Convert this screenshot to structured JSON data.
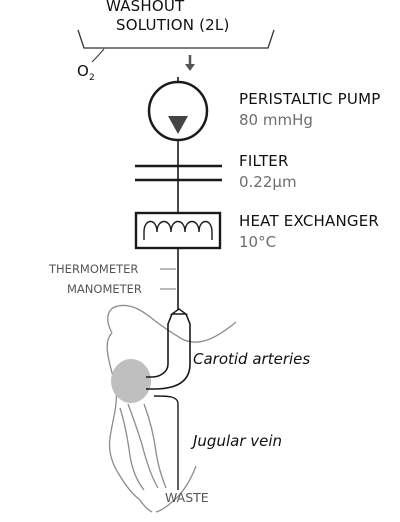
{
  "reservoir": {
    "line1": "WASHOUT",
    "line2": "SOLUTION (2L)",
    "gas": "O",
    "gas_subscript": "2"
  },
  "pump": {
    "name": "PERISTALTIC PUMP",
    "value": "80 mmHg"
  },
  "filter": {
    "name": "FILTER",
    "value": "0.22μm"
  },
  "heat_exchanger": {
    "name": "HEAT EXCHANGER",
    "value": "10°C"
  },
  "sensors": {
    "thermometer": "THERMOMETER",
    "manometer": "MANOMETER"
  },
  "anatomy": {
    "arteries": "Carotid arteries",
    "vein": "Jugular vein",
    "outflow": "WASTE"
  },
  "colors": {
    "line": "#1a1a1a",
    "outline": "#8c8c8c",
    "organ": "#bfbfbf",
    "muted": "#6d6d6d"
  }
}
